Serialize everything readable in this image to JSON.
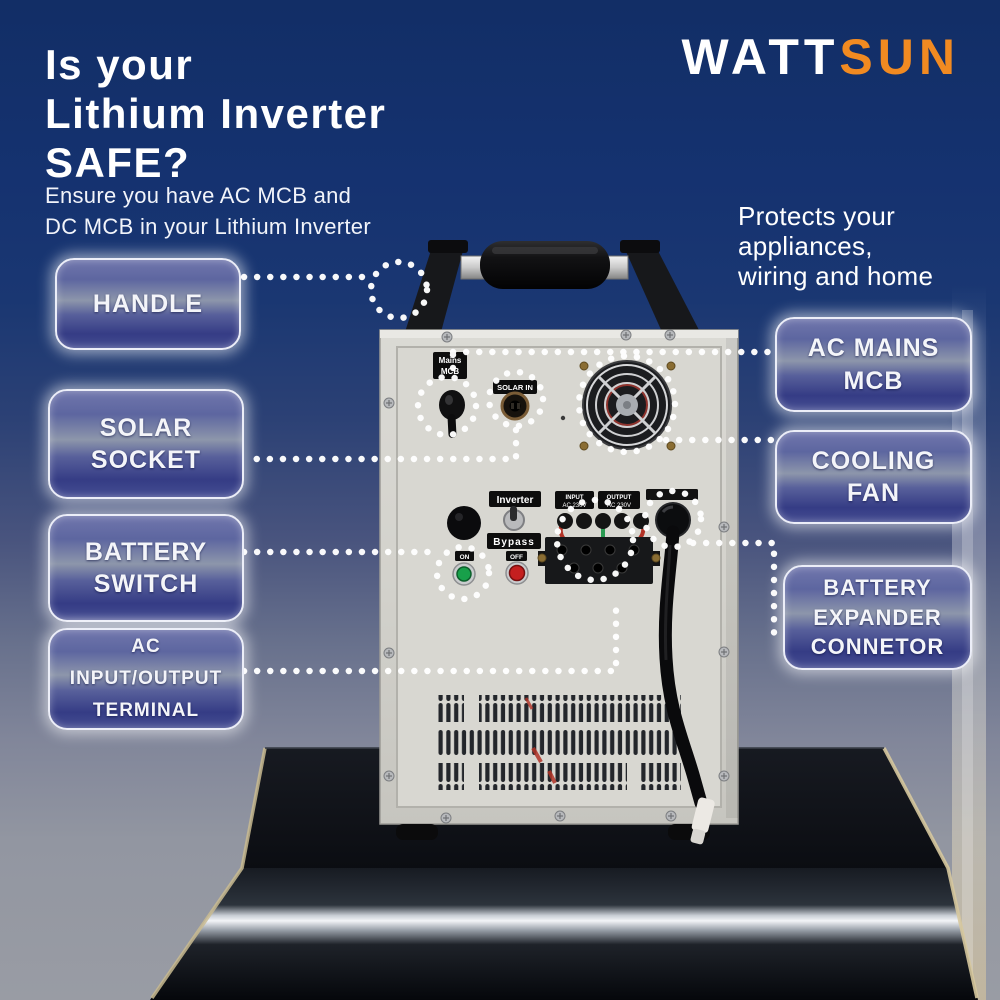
{
  "brand": {
    "part1": "WATT",
    "part2": "SUN",
    "accent_color": "#F18A21",
    "background_navy": "#15316C"
  },
  "header": {
    "title_lines": [
      "Is your",
      "Lithium Inverter",
      "SAFE?"
    ],
    "subtitle_lines": [
      "Ensure you have AC MCB and",
      "DC MCB in your Lithium Inverter"
    ]
  },
  "note_lines": [
    "Protects your",
    "appliances,",
    "wiring and home"
  ],
  "callouts": {
    "left": [
      {
        "label": "HANDLE"
      },
      {
        "label": "SOLAR SOCKET"
      },
      {
        "label": "BATTERY SWITCH"
      },
      {
        "label": "AC INPUT/OUTPUT TERMINAL"
      }
    ],
    "right": [
      {
        "label": "AC MAINS MCB"
      },
      {
        "label": "COOLING FAN"
      },
      {
        "label": "BATTERY EXPANDER CONNETOR"
      }
    ]
  },
  "device_labels": {
    "mains_line1": "Mains",
    "mains_line2": "MCB",
    "solar": "SOLAR IN",
    "inverter": "Inverter",
    "bypass": "Bypass",
    "on": "ON",
    "off": "OFF",
    "input_line1": "INPUT",
    "input_line2": "AC 230V",
    "output_line1": "OUTPUT",
    "output_line2": "AC 230V"
  },
  "colors": {
    "accent_orange": "#F18A21",
    "on_button_green": "#18A04A",
    "off_button_red": "#C41F1F",
    "callout_blue": "#353C85"
  }
}
